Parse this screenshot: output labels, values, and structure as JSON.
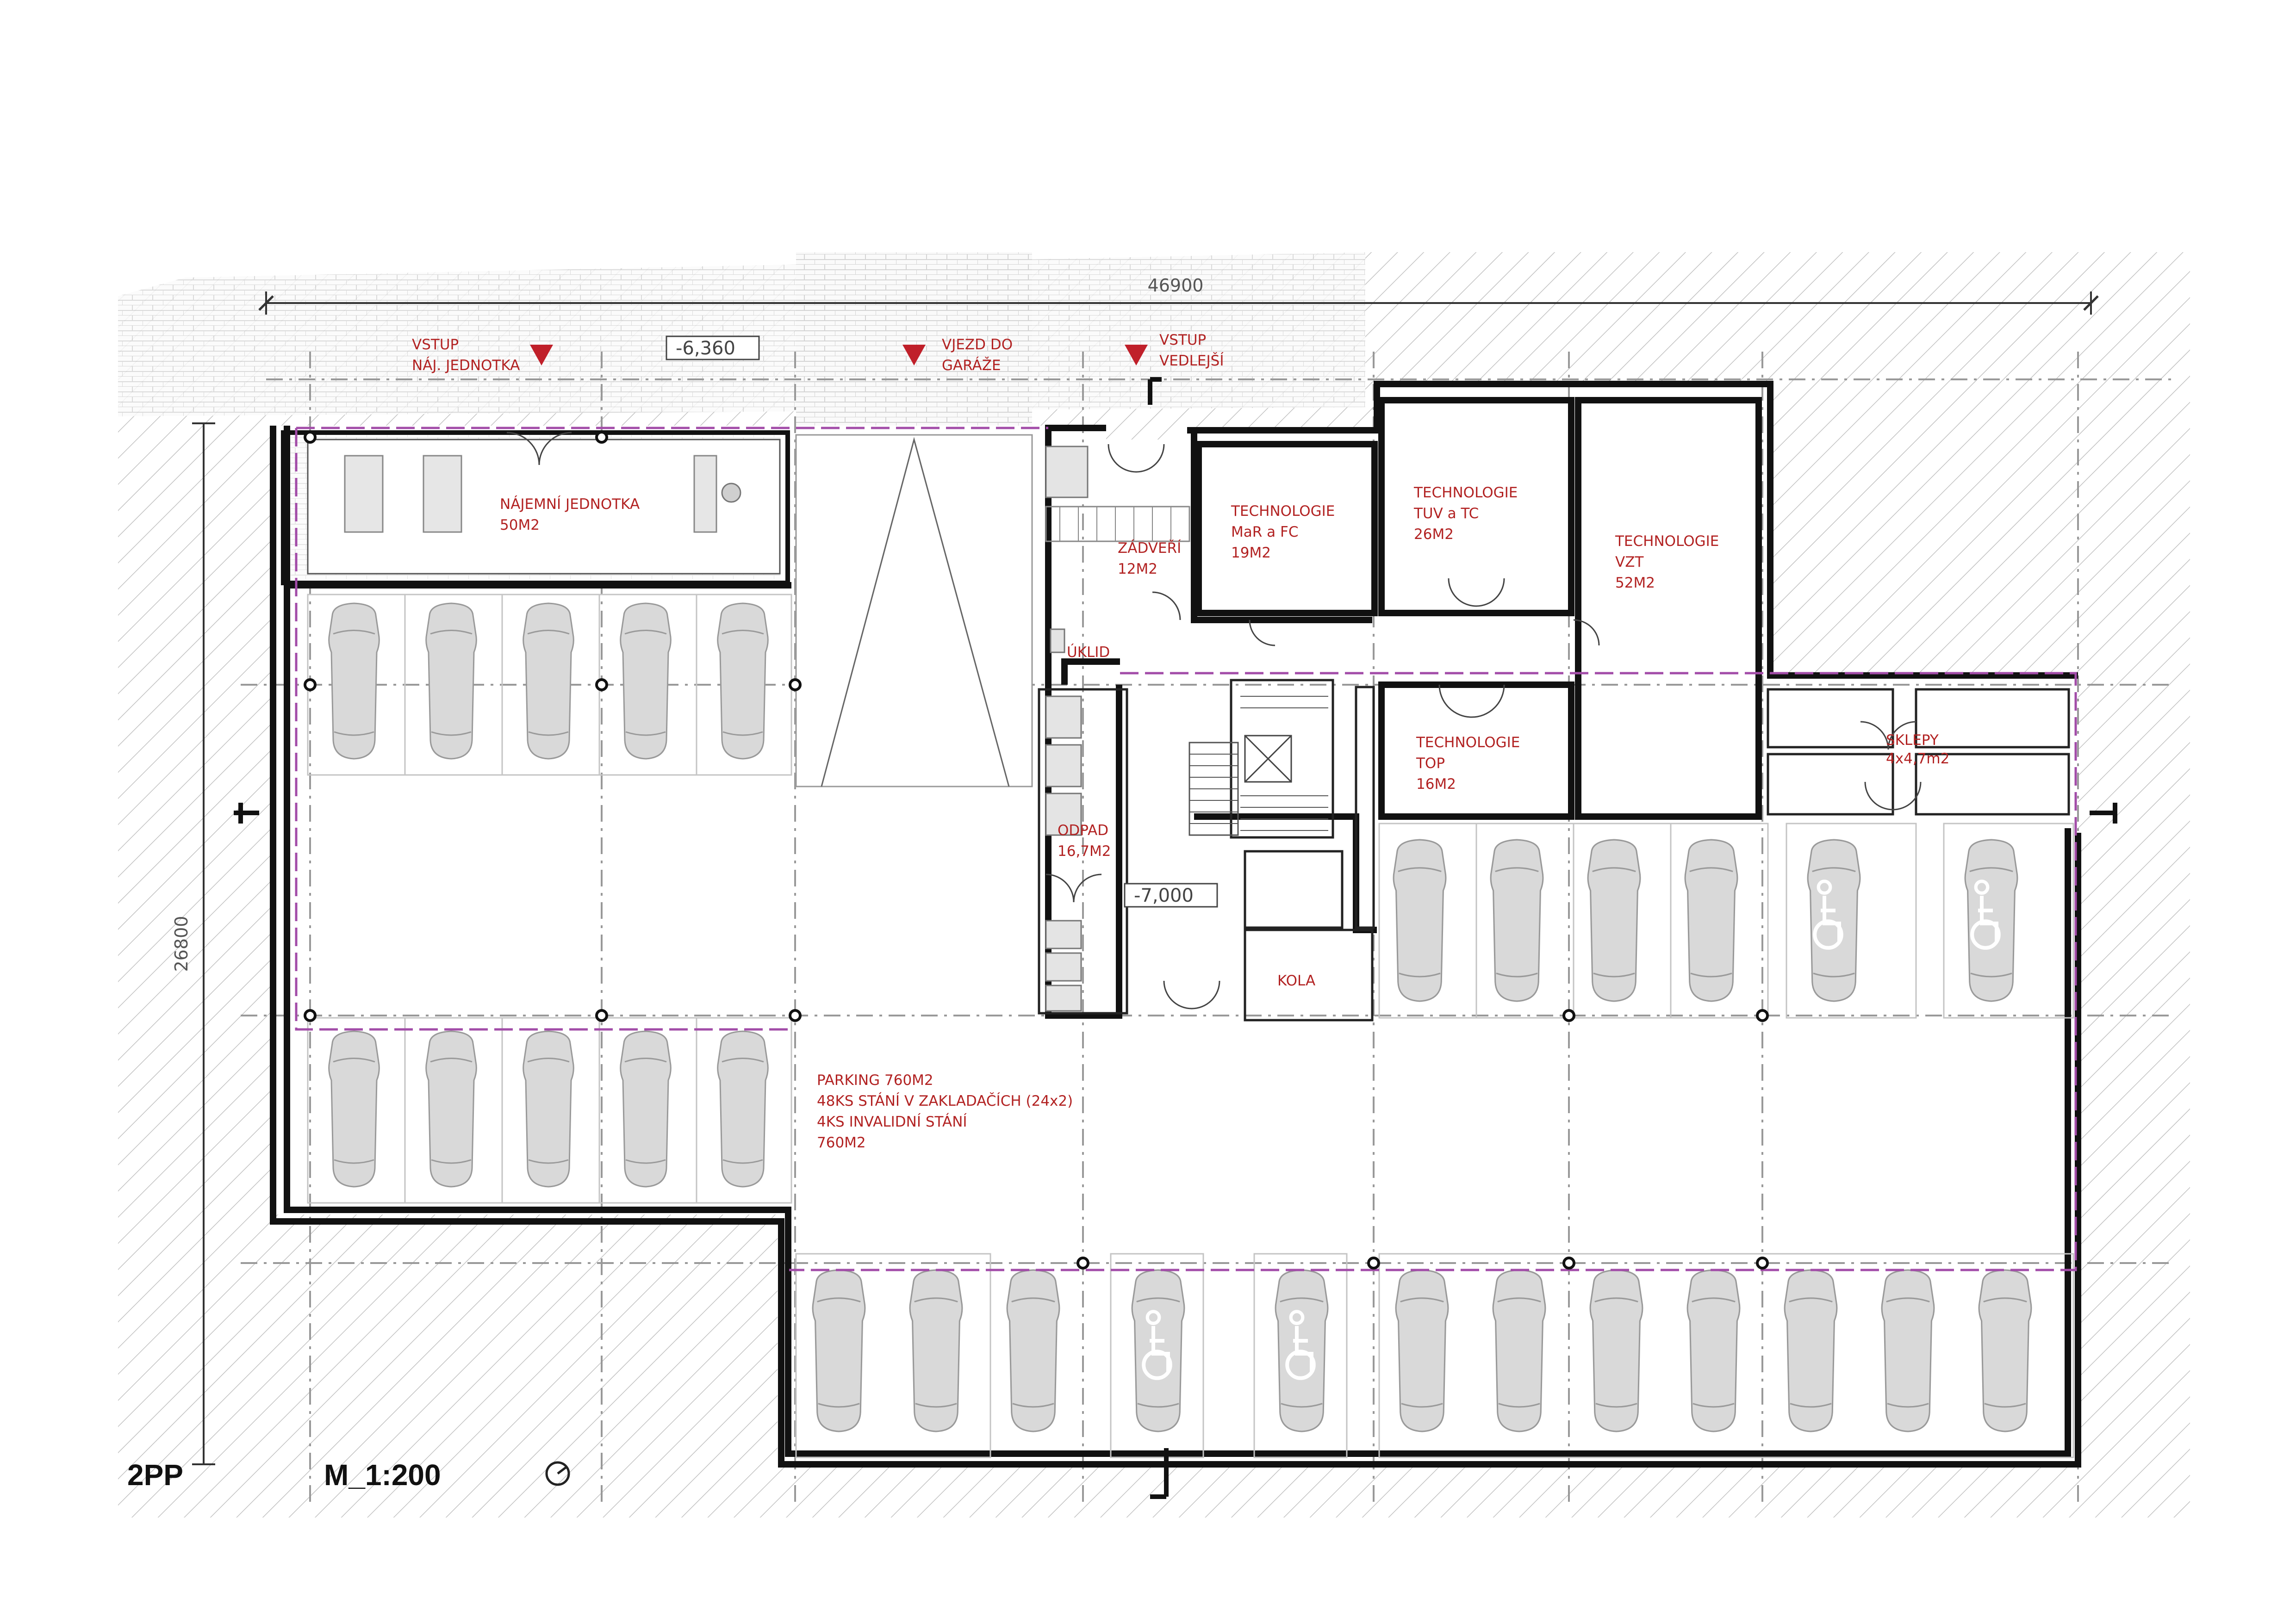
{
  "drawing": {
    "level": "2PP",
    "scale": "M_1:200",
    "overall_width": "46900",
    "overall_depth": "26800",
    "level_upper": "-6,360",
    "level_lower": "-7,000"
  },
  "entrances": [
    {
      "id": "vstup-naj",
      "line1": "VSTUP",
      "line2": "NÁJ. JEDNOTKA"
    },
    {
      "id": "vjezd",
      "line1": "VJEZD DO",
      "line2": "GARÁŽE"
    },
    {
      "id": "vstup-vedl",
      "line1": "VSTUP",
      "line2": "VEDLEJŠÍ"
    }
  ],
  "rooms": [
    {
      "id": "najemni",
      "lines": [
        "NÁJEMNÍ JEDNOTKA",
        "50M2"
      ]
    },
    {
      "id": "mar",
      "lines": [
        "TECHNOLOGIE",
        "MaR a FC",
        "19M2"
      ]
    },
    {
      "id": "tuv",
      "lines": [
        "TECHNOLOGIE",
        "TUV a TC",
        "26M2"
      ]
    },
    {
      "id": "vzt",
      "lines": [
        "TECHNOLOGIE",
        "VZT",
        "52M2"
      ]
    },
    {
      "id": "zadveri",
      "lines": [
        "ZÁDVEŘÍ",
        "12M2"
      ]
    },
    {
      "id": "uklid",
      "lines": [
        "ÚKLID"
      ]
    },
    {
      "id": "top",
      "lines": [
        "TECHNOLOGIE",
        "TOP",
        "16M2"
      ]
    },
    {
      "id": "sklepy",
      "lines": [
        "SKLEPY",
        "4x4,7m2"
      ]
    },
    {
      "id": "odpad",
      "lines": [
        "ODPAD",
        "16,7M2"
      ]
    },
    {
      "id": "kola",
      "lines": [
        "KOLA"
      ]
    },
    {
      "id": "parking",
      "lines": [
        "PARKING 760M2",
        "48KS STÁNÍ V ZAKLADAČÍCH (24x2)",
        "4KS INVALIDNÍ STÁNÍ",
        "760M2"
      ]
    }
  ],
  "colors": {
    "label": "#b22222",
    "wall": "#111111",
    "car": "#d9d9d9",
    "boundary": "#a24ca8",
    "hatch": "#bbbbbb"
  }
}
